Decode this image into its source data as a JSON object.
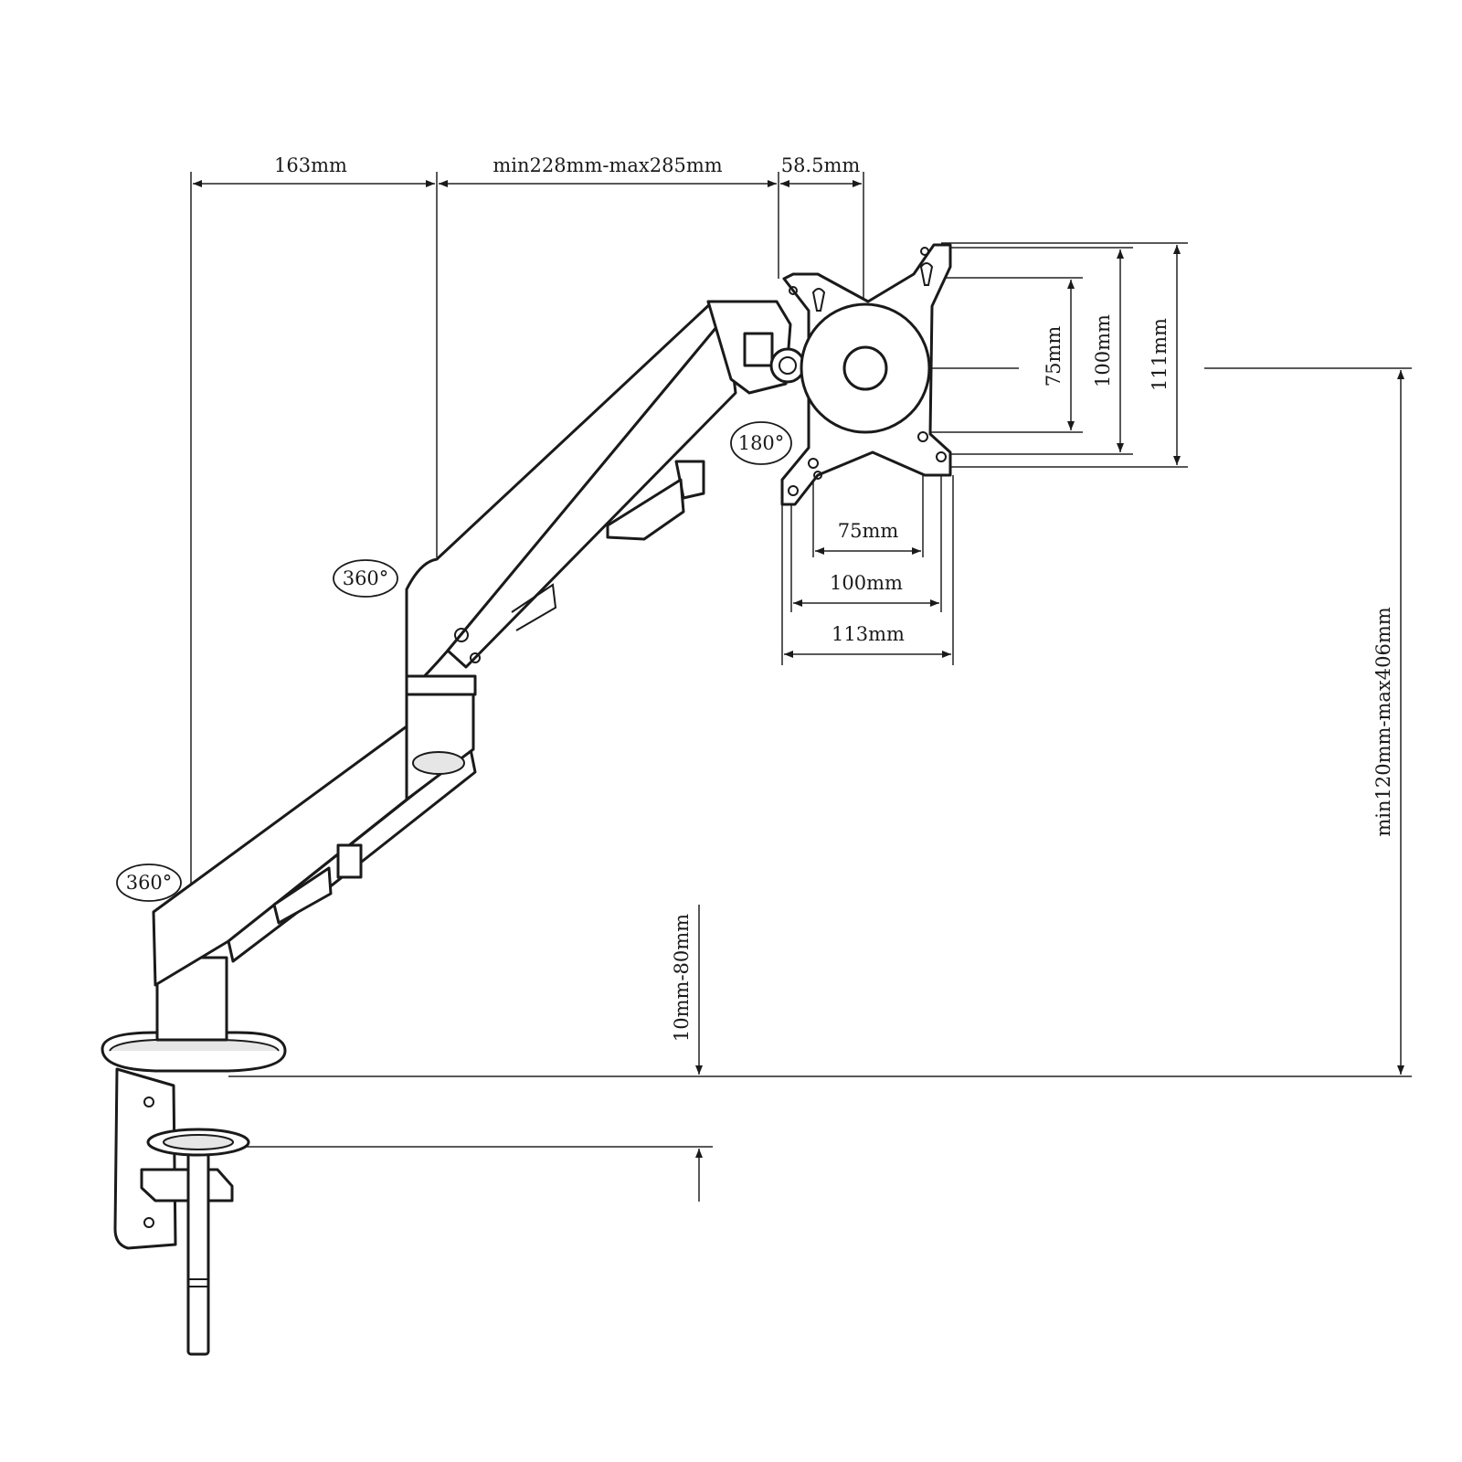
{
  "dimensions": {
    "arm_base_offset": "163mm",
    "arm_reach": "min228mm-max285mm",
    "head_offset": "58.5mm",
    "vesa_v_75": "75mm",
    "vesa_v_100": "100mm",
    "plate_height": "111mm",
    "vesa_h_75": "75mm",
    "vesa_h_100": "100mm",
    "plate_width": "113mm",
    "height_range": "min120mm-max406mm",
    "clamp_thickness": "10mm-80mm"
  },
  "rotations": {
    "base_swivel": "360°",
    "elbow_swivel": "360°",
    "head_rotate": "180°"
  },
  "colors": {
    "line": "#1a1a1a",
    "background": "#ffffff"
  }
}
